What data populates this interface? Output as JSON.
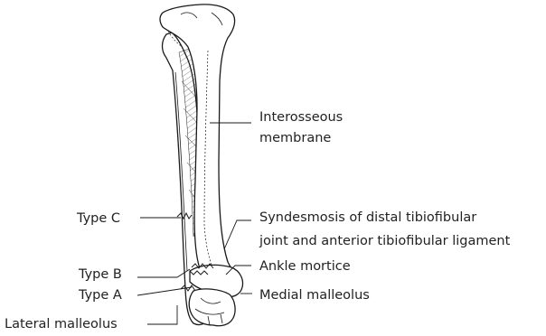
{
  "labels": {
    "interosseous_line1": "Interosseous",
    "interosseous_line2": "membrane",
    "type_c": "Type C",
    "syndesmosis_line1": "Syndesmosis of distal tibiofibular",
    "syndesmosis_line2": "joint and anterior tibiofibular ligament",
    "type_b": "Type B",
    "ankle_mortice": "Ankle mortice",
    "type_a": "Type A",
    "medial_malleolus": "Medial malleolus",
    "lateral_malleolus": "Lateral malleolus"
  }
}
